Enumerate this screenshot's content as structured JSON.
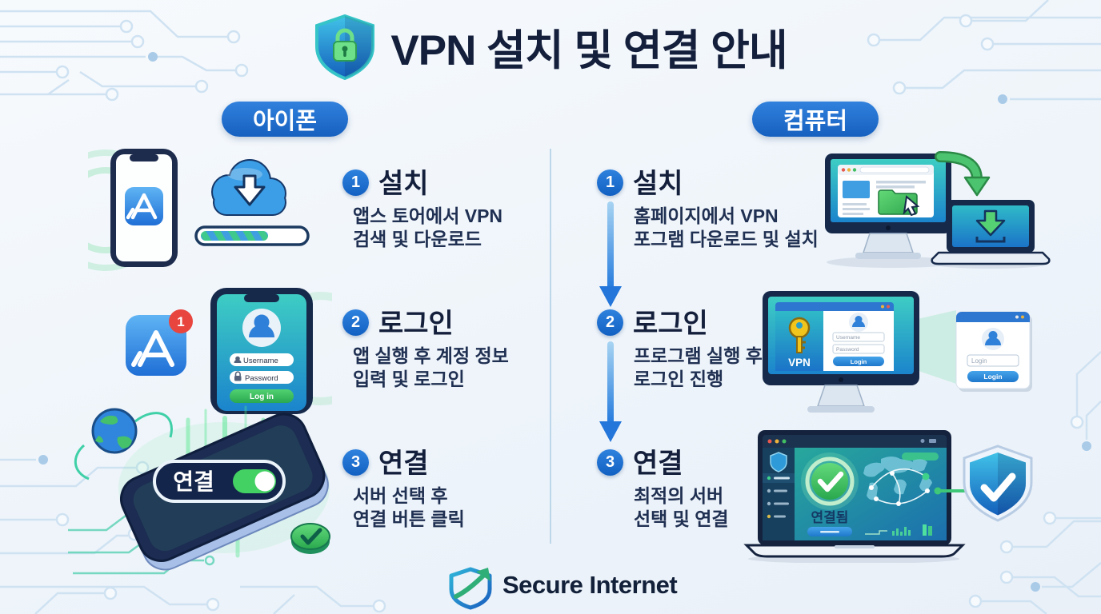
{
  "title": {
    "text": "VPN 설치 및 연결 안내"
  },
  "columns": {
    "left": {
      "label": "아이폰",
      "steps": [
        {
          "num": "1",
          "heading": "설치",
          "line1": "앱스 토어에서 VPN",
          "line2": "검색 및 다운로드"
        },
        {
          "num": "2",
          "heading": "로그인",
          "line1": "앱 실행 후 계정 정보",
          "line2": "입력 및 로그인"
        },
        {
          "num": "3",
          "heading": "연결",
          "line1": "서버 선택 후",
          "line2": "연결 버튼 클릭"
        }
      ]
    },
    "right": {
      "label": "컴퓨터",
      "steps": [
        {
          "num": "1",
          "heading": "설치",
          "line1": "홈페이지에서 VPN",
          "line2": "포그램 다운로드 및 설치"
        },
        {
          "num": "2",
          "heading": "로그인",
          "line1": "프로그램 실행 후",
          "line2": "로그인 진행"
        },
        {
          "num": "3",
          "heading": "연결",
          "line1": "최적의 서버",
          "line2": "선택 및 연결"
        }
      ]
    }
  },
  "illustrations": {
    "badge_count": "1",
    "phone_login": {
      "username": "Username",
      "password": "Password",
      "button": "Log in"
    },
    "phone_toggle": {
      "label": "연결"
    },
    "pc_login": {
      "app_label": "VPN",
      "username": "Username",
      "password": "Password",
      "button": "Login",
      "popup_field": "Login",
      "popup_button": "Login"
    },
    "pc_connected": {
      "status": "연결됨"
    }
  },
  "icons": {
    "title": "shield-lock-icon",
    "left_column": [
      "iphone-icon",
      "app-store-icon",
      "cloud-download-icon",
      "progress-bar",
      "notification-badge",
      "globe-icon",
      "connect-toggle",
      "check-coin-icon"
    ],
    "right_column": [
      "desktop-monitor",
      "browser-window",
      "folder-icon",
      "cursor-icon",
      "download-arrow",
      "laptop-download",
      "vpn-key-icon",
      "login-popup",
      "world-map",
      "shield-check-icon"
    ],
    "footer": "brand-shield-icon"
  },
  "footer": {
    "brand": "Secure Internet"
  },
  "colors": {
    "accent_blue": "#1b6ad0",
    "navy": "#141f3c",
    "green": "#3fbf63",
    "teal": "#2cb6c8",
    "background": "#eef4fa"
  }
}
